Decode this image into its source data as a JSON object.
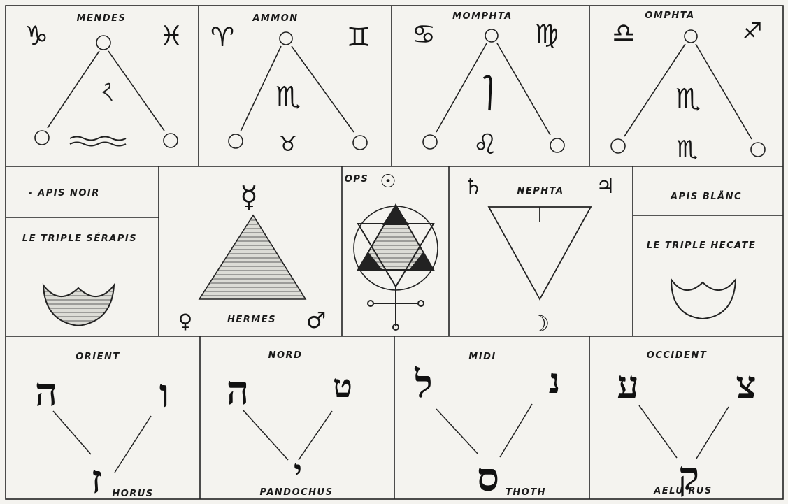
{
  "top_row": [
    {
      "name": "MENDES",
      "signs": [
        "♑",
        "♓",
        "≈"
      ]
    },
    {
      "name": "AMMON",
      "signs": [
        "♈",
        "♊",
        "♉",
        "♏"
      ]
    },
    {
      "name": "MOMPHTA",
      "signs": [
        "♋",
        "♍",
        "♌"
      ]
    },
    {
      "name": "OMPHTA",
      "signs": [
        "♎",
        "♐",
        "♏",
        "♏"
      ]
    }
  ],
  "middle_row": {
    "apis_noir": "- APIS  NOIR",
    "triple_serapis": "LE TRIPLE SÉRAPIS",
    "hermes": "HERMES",
    "ops": "OPS",
    "nephta": "NEPHTA",
    "apis_blanc": "APIS BLÄNC",
    "triple_hecate": "LE TRIPLE HECATE",
    "symbols": {
      "mercury": "☿",
      "venus": "♀",
      "mars": "♂",
      "sun": "☉",
      "saturn": "♄",
      "jupiter": "♃",
      "moon": "☽"
    }
  },
  "bottom_row": [
    {
      "direction": "ORIENT",
      "letters": [
        "ה",
        "ו",
        "ז"
      ],
      "name": "HORUS"
    },
    {
      "direction": "NORD",
      "letters": [
        "ה",
        "ט",
        "י"
      ],
      "name": "PANDOCHUS"
    },
    {
      "direction": "MIDI",
      "letters": [
        "ל",
        "נ",
        "ס"
      ],
      "name": "THOTH"
    },
    {
      "direction": "OCCIDENT",
      "letters": [
        "ע",
        "צ",
        "ק"
      ],
      "name": "AELU RUS"
    }
  ]
}
